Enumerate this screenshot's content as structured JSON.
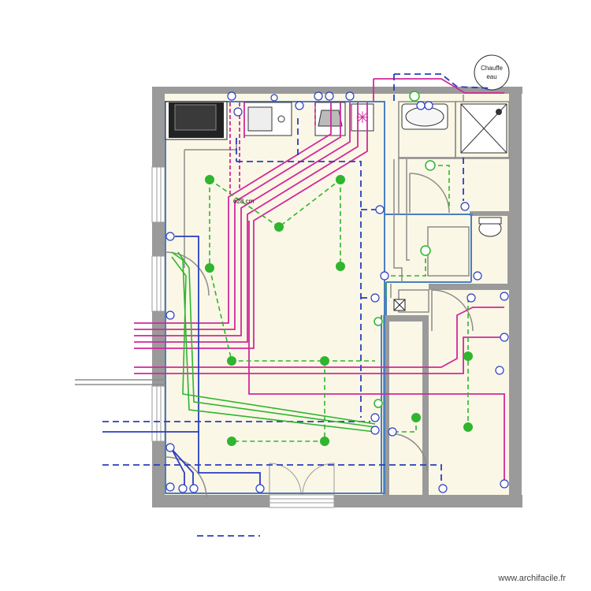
{
  "plan": {
    "dimension_label": "628 cm",
    "water_heater_line1": "Chauffe",
    "water_heater_line2": "eau",
    "colors": {
      "wall": "#9a9a9a",
      "floor": "#fbf7e6",
      "partition": "#4a7fc0",
      "lighting_circuit": "#2fb52f",
      "power_circuit": "#d1289c",
      "network_circuit": "#2a3ec0",
      "cable_grey": "#8c8c8c"
    }
  },
  "footer": {
    "brand": "www.archifacile.fr"
  }
}
